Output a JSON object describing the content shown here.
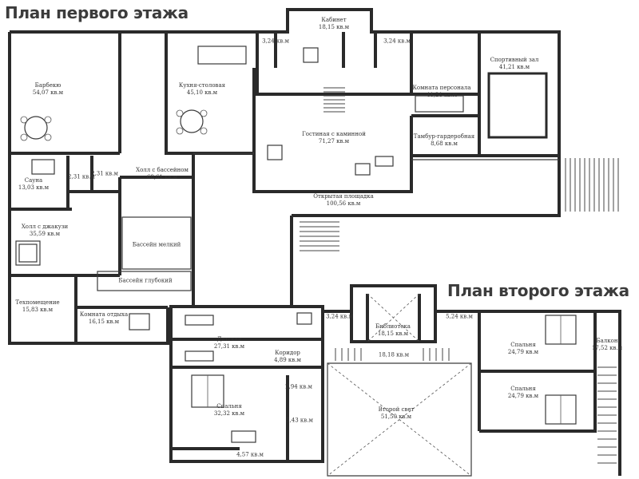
{
  "titles": {
    "floor1": "План первого этажа",
    "floor2": "План второго этажа"
  },
  "floor1_rooms": [
    {
      "name": "Барбекю",
      "area": "54,07 кв.м"
    },
    {
      "name": "Кухня-столовая",
      "area": "45,10 кв.м"
    },
    {
      "name": "",
      "area": "3,24 кв.м"
    },
    {
      "name": "Кабинет",
      "area": "18,15 кв.м"
    },
    {
      "name": "",
      "area": "3,24 кв.м"
    },
    {
      "name": "Комната персонала",
      "area": "41,21 кв.м"
    },
    {
      "name": "Спортивный зал",
      "area": "41,21 кв.м"
    },
    {
      "name": "Гостиная с каминной",
      "area": "71,27 кв.м"
    },
    {
      "name": "Тамбур-гардеробная",
      "area": "8,68 кв.м"
    },
    {
      "name": "Сауна",
      "area": "13,03 кв.м"
    },
    {
      "name": "",
      "area": "2,31 кв.м"
    },
    {
      "name": "",
      "area": "2,31 кв.м"
    },
    {
      "name": "Холл с бассейном",
      "area": "68,61 кв.м"
    },
    {
      "name": "Открытая площадка",
      "area": "100,56 кв.м"
    },
    {
      "name": "Холл с джакузи",
      "area": "35,59 кв.м"
    },
    {
      "name": "Бассейн мелкий",
      "area": ""
    },
    {
      "name": "Бассейн глубокий",
      "area": ""
    },
    {
      "name": "Техпомещение",
      "area": "15,83 кв.м"
    },
    {
      "name": "Комната отдыха",
      "area": "16,15 кв.м"
    }
  ],
  "floor2_rooms": [
    {
      "name": "",
      "area": "3,24 кв.м"
    },
    {
      "name": "Библиотека",
      "area": "18,15 кв.м"
    },
    {
      "name": "",
      "area": "5,24 кв.м"
    },
    {
      "name": "Детская",
      "area": "27,31 кв.м"
    },
    {
      "name": "Коридор",
      "area": "4,89 кв.м"
    },
    {
      "name": "",
      "area": "18,18 кв.м"
    },
    {
      "name": "Спальня",
      "area": "24,79 кв.м"
    },
    {
      "name": "Балкон",
      "area": "17,52 кв.м"
    },
    {
      "name": "",
      "area": "2,94 кв.м"
    },
    {
      "name": "Спальня",
      "area": "24,79 кв.м"
    },
    {
      "name": "Спальня",
      "area": "32,32 кв.м"
    },
    {
      "name": "",
      "area": "5,43 кв.м"
    },
    {
      "name": "Второй свет",
      "area": "51,50 кв.м"
    },
    {
      "name": "",
      "area": "4,57 кв.м"
    }
  ]
}
